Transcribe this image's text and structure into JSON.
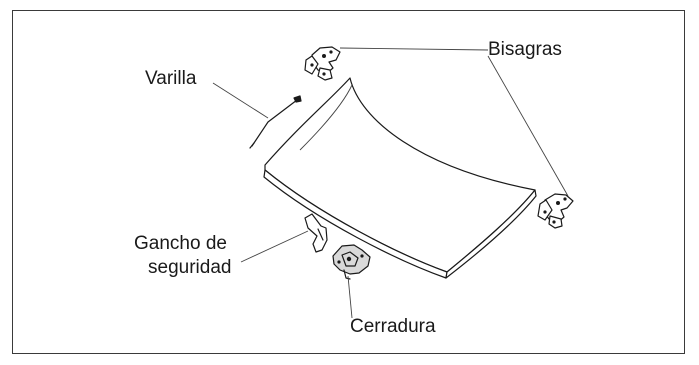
{
  "labels": {
    "hinges": "Bisagras",
    "rod": "Varilla",
    "safety_hook_line1": "Gancho de",
    "safety_hook_line2": "seguridad",
    "latch": "Cerradura"
  },
  "colors": {
    "ink": "#1a1a1a",
    "frame": "#3a3a3a",
    "background": "#ffffff"
  }
}
